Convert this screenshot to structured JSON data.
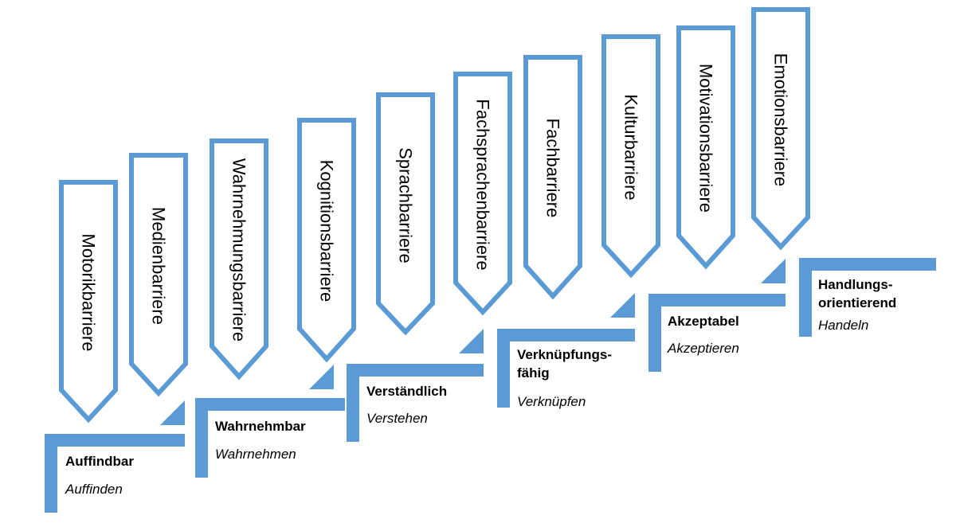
{
  "barriers": [
    "Motorikbarriere",
    "Medienbarriere",
    "Wahrnehmungsbarriere",
    "Kognitionsbarriere",
    "Sprachbarriere",
    "Fachsprachenbarriere",
    "Fachbarriere",
    "Kulturbarriere",
    "Motivationsbarriere",
    "Emotionsbarriere"
  ],
  "steps": [
    {
      "title_lines": [
        "Auffindbar"
      ],
      "verb": "Auffinden"
    },
    {
      "title_lines": [
        "Wahrnehmbar"
      ],
      "verb": "Wahrnehmen"
    },
    {
      "title_lines": [
        "Verständlich"
      ],
      "verb": "Verstehen"
    },
    {
      "title_lines": [
        "Verknüpfungs-",
        "fähig"
      ],
      "verb": "Verknüpfen"
    },
    {
      "title_lines": [
        "Akzeptabel"
      ],
      "verb": "Akzeptieren"
    },
    {
      "title_lines": [
        "Handlungs-",
        "orientierend"
      ],
      "verb": "Handeln"
    }
  ],
  "colors": {
    "accent": "#5b9bd5",
    "text": "#000000",
    "background": "#ffffff"
  }
}
